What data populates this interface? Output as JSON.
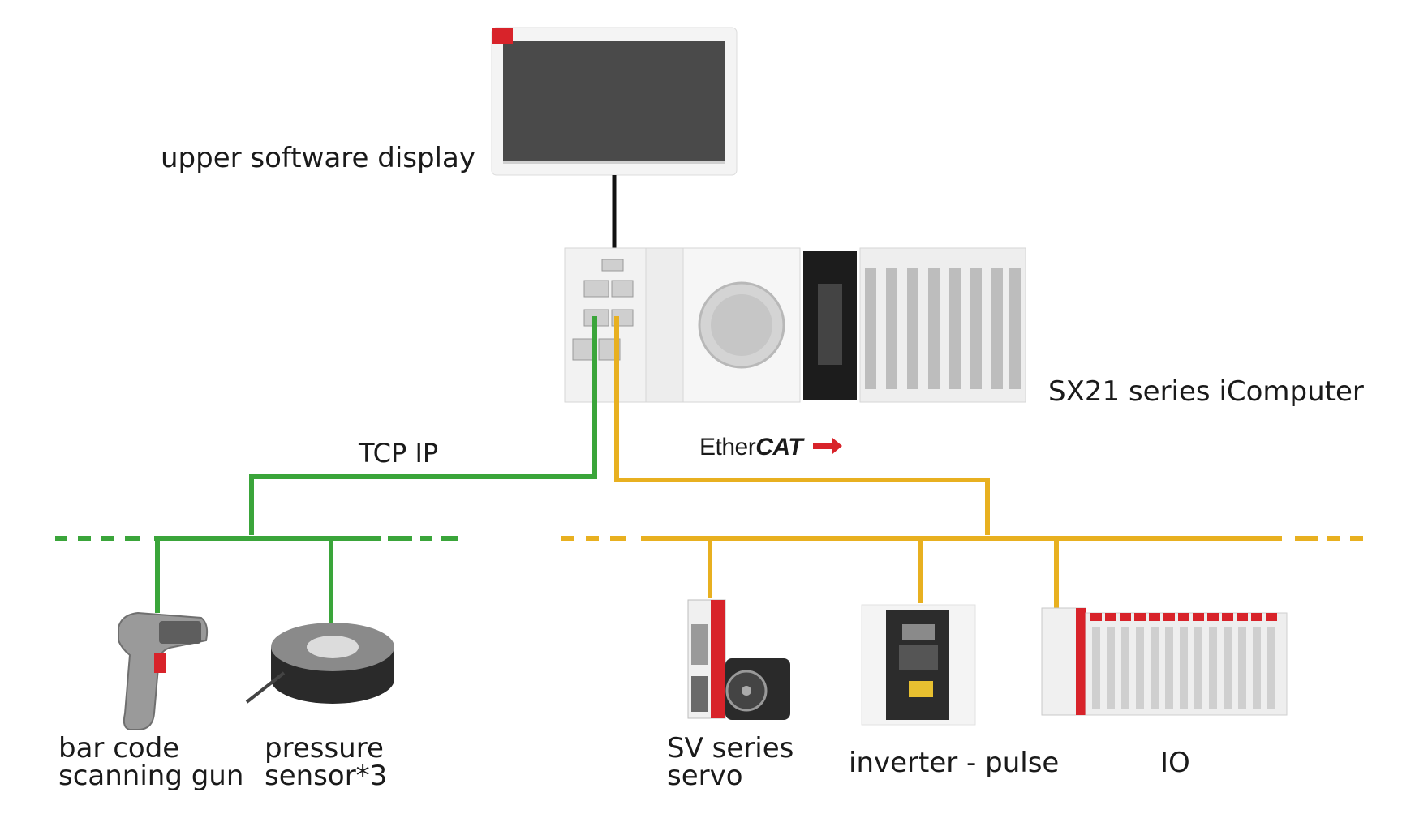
{
  "labels": {
    "display": "upper software display",
    "computer": "SX21 series iComputer",
    "tcp": "TCP IP",
    "ethercat_a": "Ether",
    "ethercat_b": "CAT",
    "scanner_1": "bar code",
    "scanner_2": "scanning gun",
    "pressure_1": "pressure",
    "pressure_2": "sensor*3",
    "servo_1": "SV series",
    "servo_2": "servo",
    "inverter": "inverter - pulse",
    "io": "IO"
  },
  "colors": {
    "tcp_line": "#3aa53a",
    "ethercat_line": "#e8b020",
    "display_cable": "#111111",
    "brand_red": "#d8232a"
  }
}
